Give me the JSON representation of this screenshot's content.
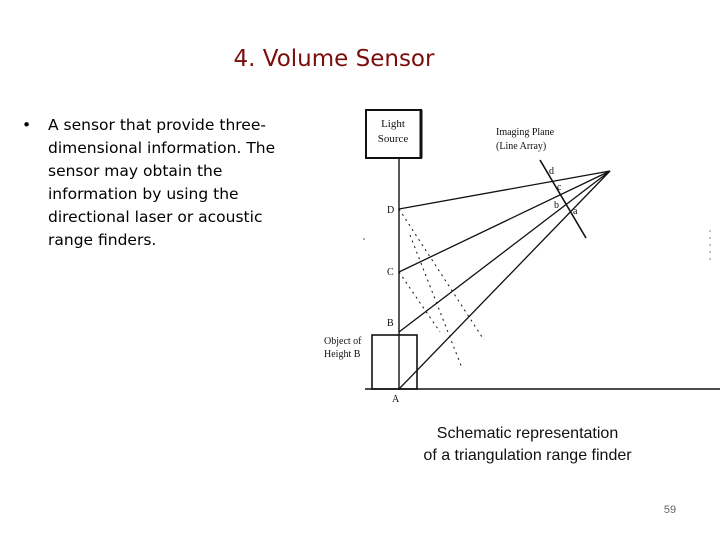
{
  "slide": {
    "title": "4. Volume Sensor",
    "bullet_marker": "•",
    "bullet_text": "A sensor that provide three-dimensional information. The sensor may obtain the information by using the directional laser or acoustic range finders.",
    "page_number": "59"
  },
  "diagram": {
    "light_source_label_1": "Light",
    "light_source_label_2": "Source",
    "imaging_plane_label_1": "Imaging Plane",
    "imaging_plane_label_2": "(Line Array)",
    "object_label_1": "Object of",
    "object_label_2": "Height B",
    "point_d_upper": "d",
    "point_c_upper": "c",
    "point_b_upper": "b",
    "point_a_upper": "a",
    "point_D": "D",
    "point_C": "C",
    "point_B": "B",
    "point_A": "A",
    "caption_line_1": "Schematic representation",
    "caption_line_2": "of a triangulation range finder"
  }
}
